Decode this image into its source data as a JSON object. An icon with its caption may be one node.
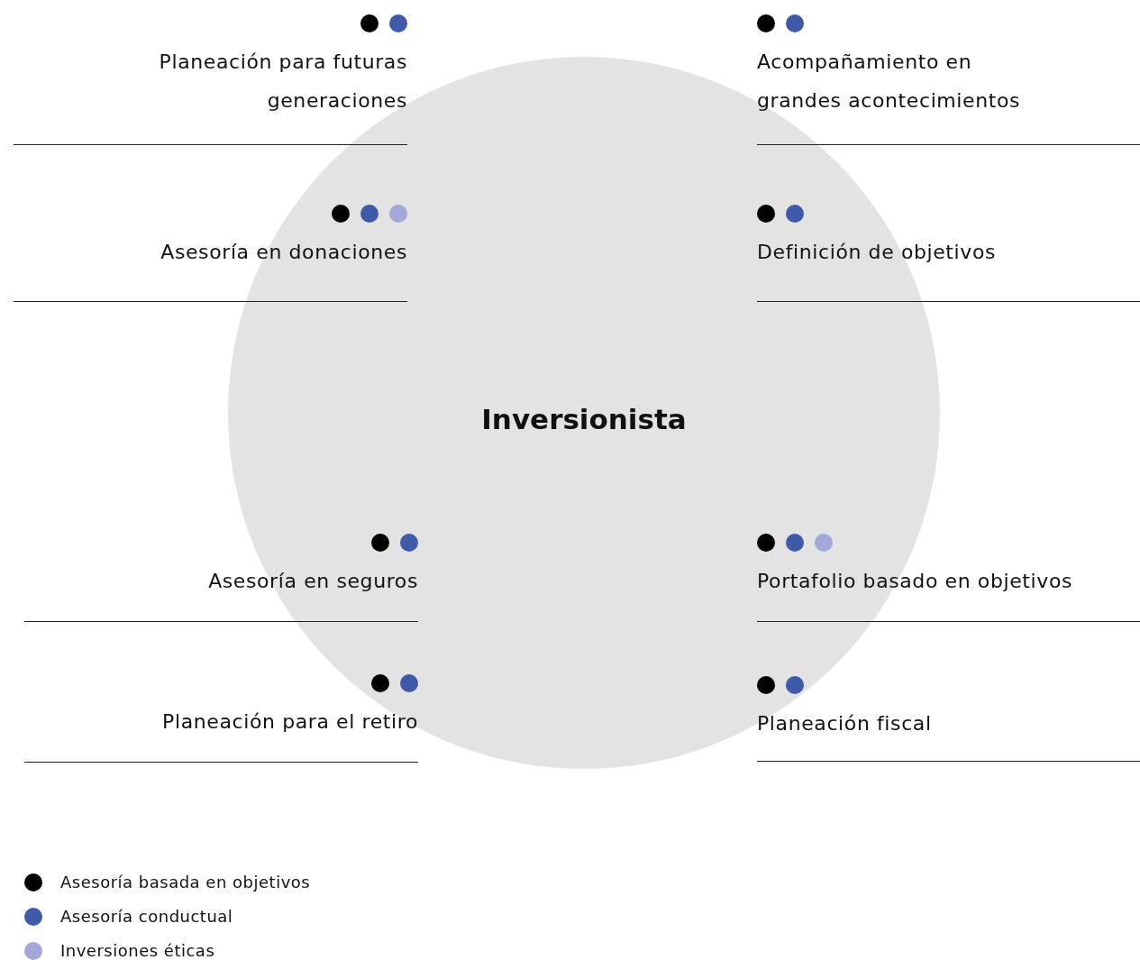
{
  "diagram": {
    "nodes": [
      {
        "text": [
          "Inversionista"
        ]
      },
      {
        "text": [
          "Planeación para futuras generaciones"
        ]
      },
      {
        "text": [
          "Acompañamiento en grandes acontecimientos"
        ]
      },
      {
        "text": [
          "Asesoría en donaciones"
        ]
      },
      {
        "text": [
          "Definición de objetivos"
        ]
      },
      {
        "text": [
          "Asesoría en seguros"
        ]
      },
      {
        "text": [
          "Portafolio basado en objetivos"
        ]
      },
      {
        "text": [
          "Planeación para el retiro"
        ]
      },
      {
        "text": [
          "Planeación fiscal"
        ]
      }
    ],
    "legend": [
      {
        "text": "Asesoría basada en objetivos",
        "color": "#000000"
      },
      {
        "text": "Asesoría conductual",
        "color": "#3f5aa8"
      },
      {
        "text": "Inversiones éticas",
        "color": "#a3a8d8"
      }
    ]
  }
}
